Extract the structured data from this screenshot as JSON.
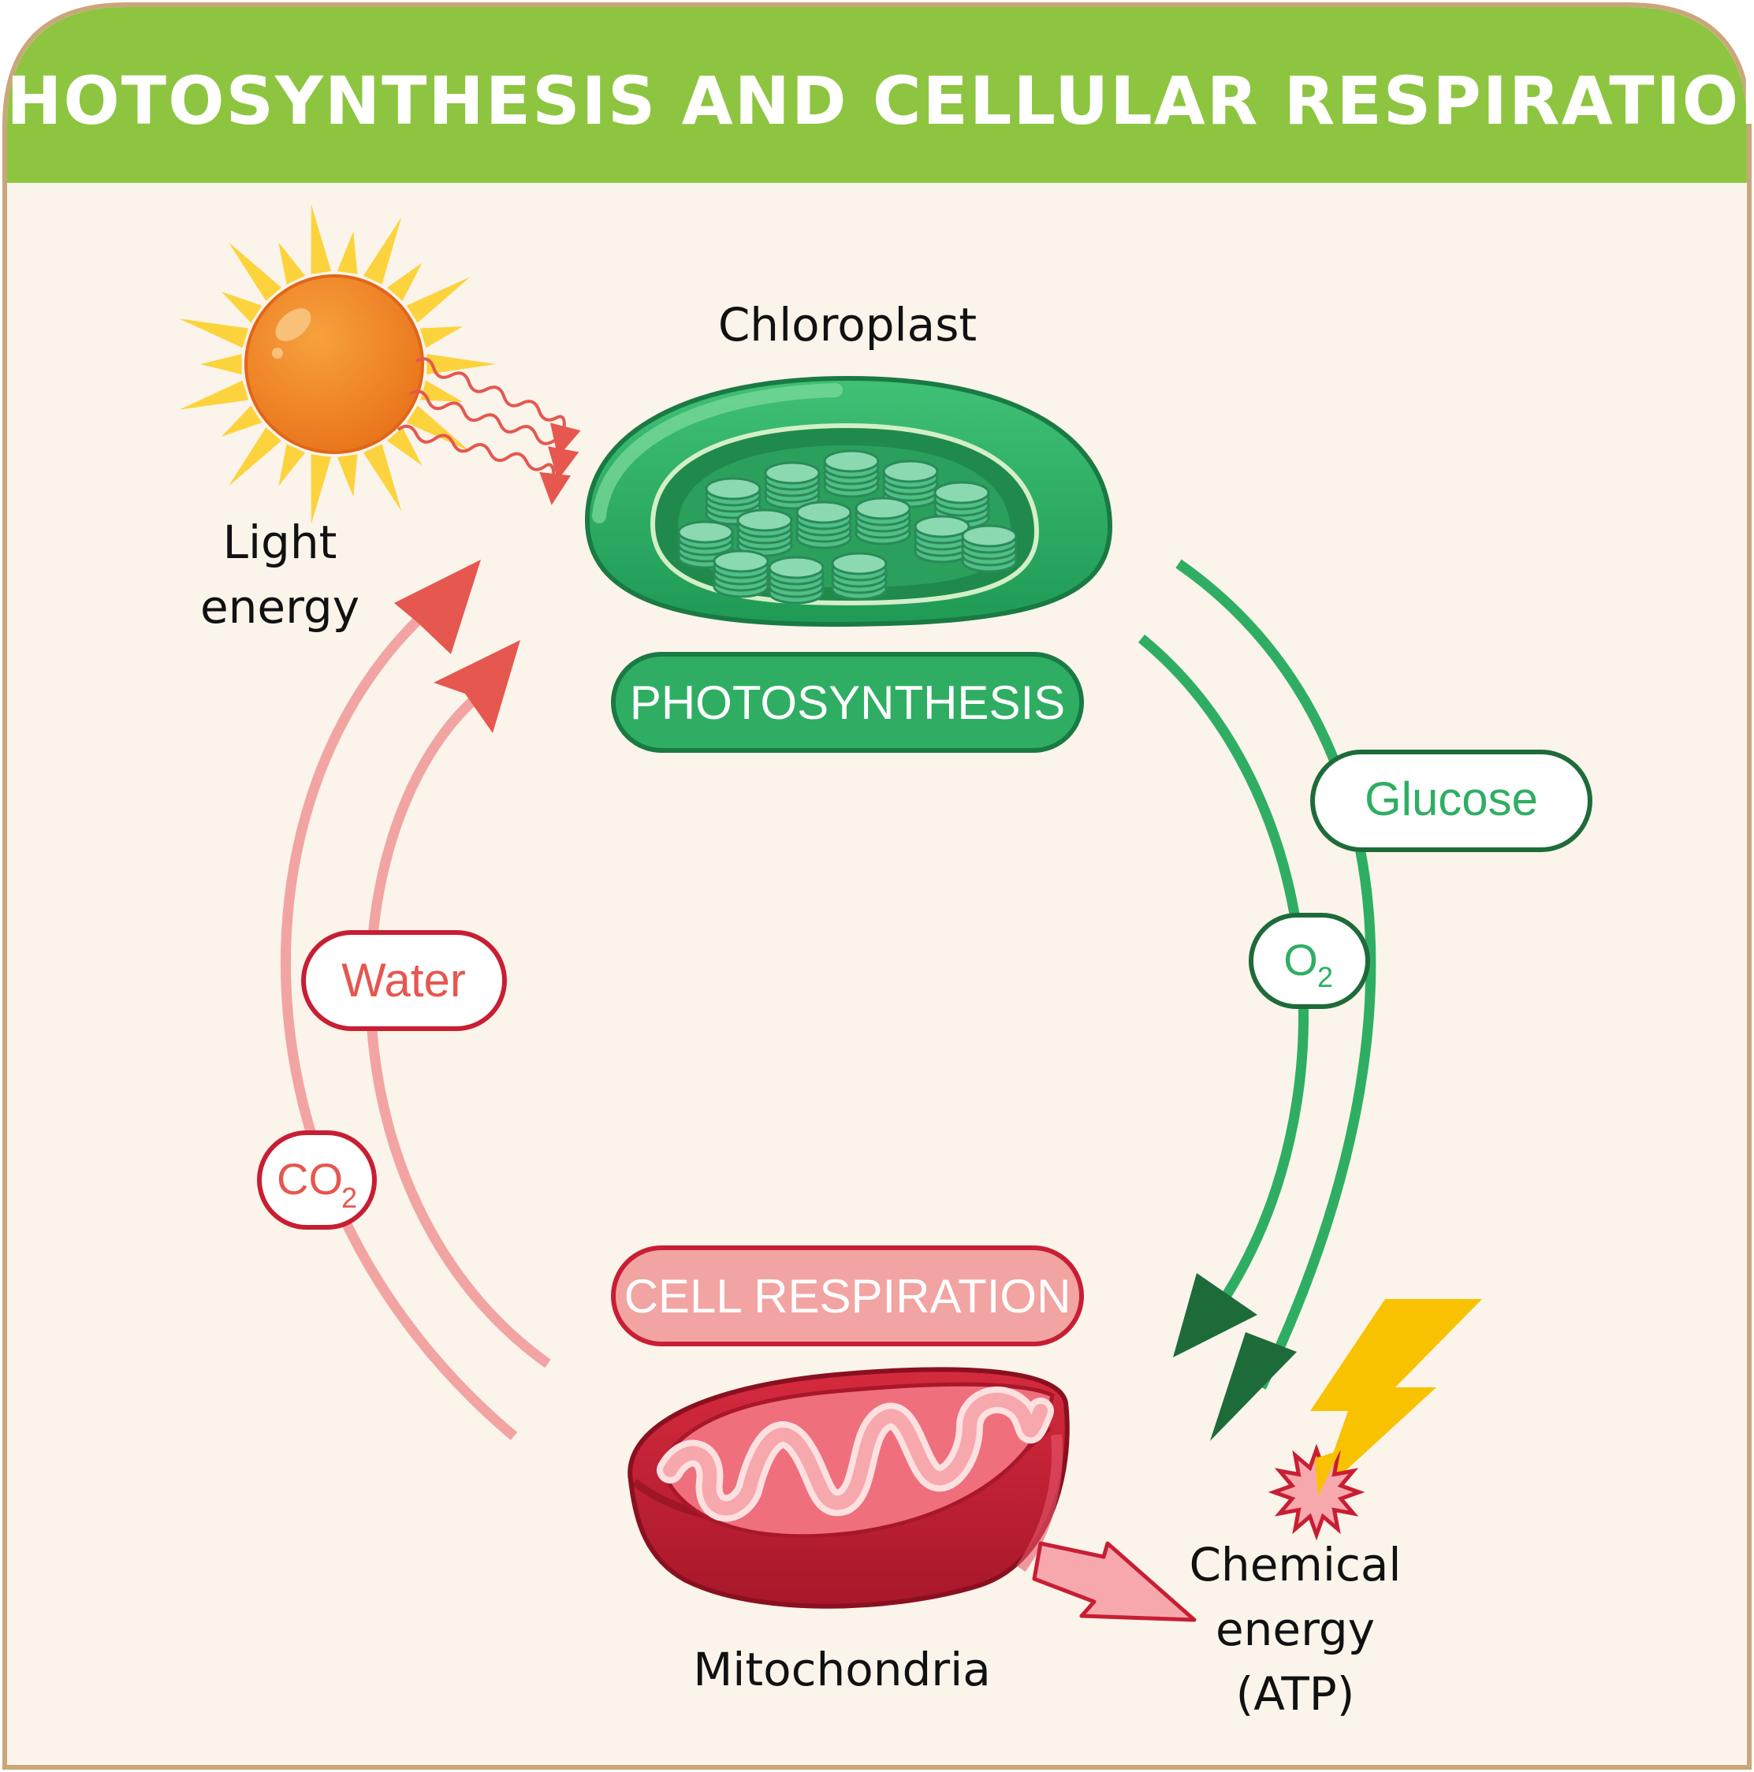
{
  "title": "PHOTOSYNTHESIS AND CELLULAR RESPIRATION",
  "labels": {
    "chloroplast": "Chloroplast",
    "light_line1": "Light",
    "light_line2": "energy",
    "mitochondria": "Mitochondria",
    "chem_line1": "Chemical",
    "chem_line2": "energy",
    "chem_line3": "(ATP)"
  },
  "pills": {
    "photosynthesis": "PHOTOSYNTHESIS",
    "cell_respiration": "CELL RESPIRATION",
    "glucose": "Glucose",
    "water": "Water",
    "o2_main": "O",
    "o2_sub": "2",
    "co2_main": "CO",
    "co2_sub": "2"
  },
  "colors": {
    "header_green": "#8dc540",
    "panel_bg": "#faf4ea",
    "border_tan": "#c9a77a",
    "green_arrow": "#2fae63",
    "dark_green_head": "#1e6b3a",
    "pink_arrow": "#f2a4a2",
    "red_head": "#e5574f",
    "sun_orange": "#f0821e",
    "sun_yellow": "#fcd33c",
    "lightning": "#f9c200",
    "mito_red": "#c81e34"
  }
}
